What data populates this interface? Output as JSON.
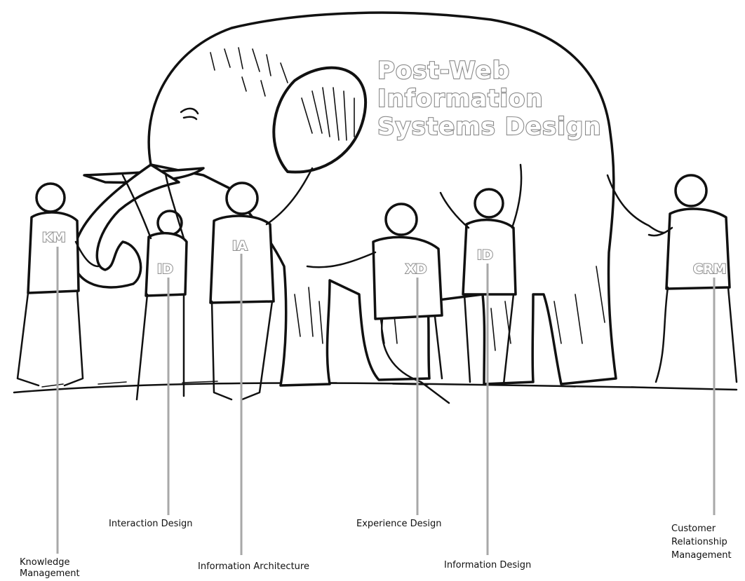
{
  "title": {
    "line1": "Post-Web",
    "line2": "Information",
    "line3": "Systems Design"
  },
  "figures": [
    {
      "badge": "KM",
      "caption_lines": [
        "Knowledge",
        "Management"
      ]
    },
    {
      "badge": "ID",
      "caption_lines": [
        "Interaction Design"
      ]
    },
    {
      "badge": "IA",
      "caption_lines": [
        "Information Architecture"
      ]
    },
    {
      "badge": "XD",
      "caption_lines": [
        "Experience Design"
      ]
    },
    {
      "badge": "ID",
      "caption_lines": [
        "Information Design"
      ]
    },
    {
      "badge": "CRM",
      "caption_lines": [
        "Customer",
        "Relationship",
        "Management"
      ]
    }
  ],
  "colors": {
    "ink": "#111111",
    "label_outline": "#8a8a8a",
    "leader_line": "#a8a8a8",
    "background": "#ffffff"
  }
}
